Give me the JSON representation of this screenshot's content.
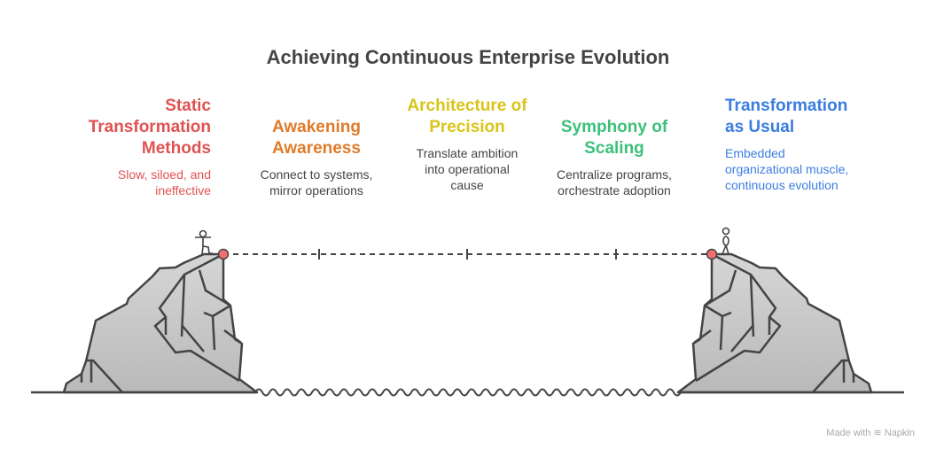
{
  "title": "Achieving Continuous Enterprise Evolution",
  "stages": [
    {
      "title_lines": [
        "Static",
        "Transformation",
        "Methods"
      ],
      "desc_lines": [
        "Slow, siloed, and",
        "ineffective"
      ],
      "color": "#e05252"
    },
    {
      "title_lines": [
        "Awakening",
        "Awareness"
      ],
      "desc_lines": [
        "Connect to systems,",
        "mirror operations"
      ],
      "color": "#e07b2a"
    },
    {
      "title_lines": [
        "Architecture of",
        "Precision"
      ],
      "desc_lines": [
        "Translate ambition",
        "into operational",
        "cause"
      ],
      "color": "#d9c41a"
    },
    {
      "title_lines": [
        "Symphony of",
        "Scaling"
      ],
      "desc_lines": [
        "Centralize programs,",
        "orchestrate adoption"
      ],
      "color": "#3cc07a"
    },
    {
      "title_lines": [
        "Transformation",
        "as Usual"
      ],
      "desc_lines": [
        "Embedded",
        "organizational muscle,",
        "continuous evolution"
      ],
      "color": "#3b7de0"
    }
  ],
  "credit": "Made with ≋ Napkin",
  "marker_color": "#f07070"
}
